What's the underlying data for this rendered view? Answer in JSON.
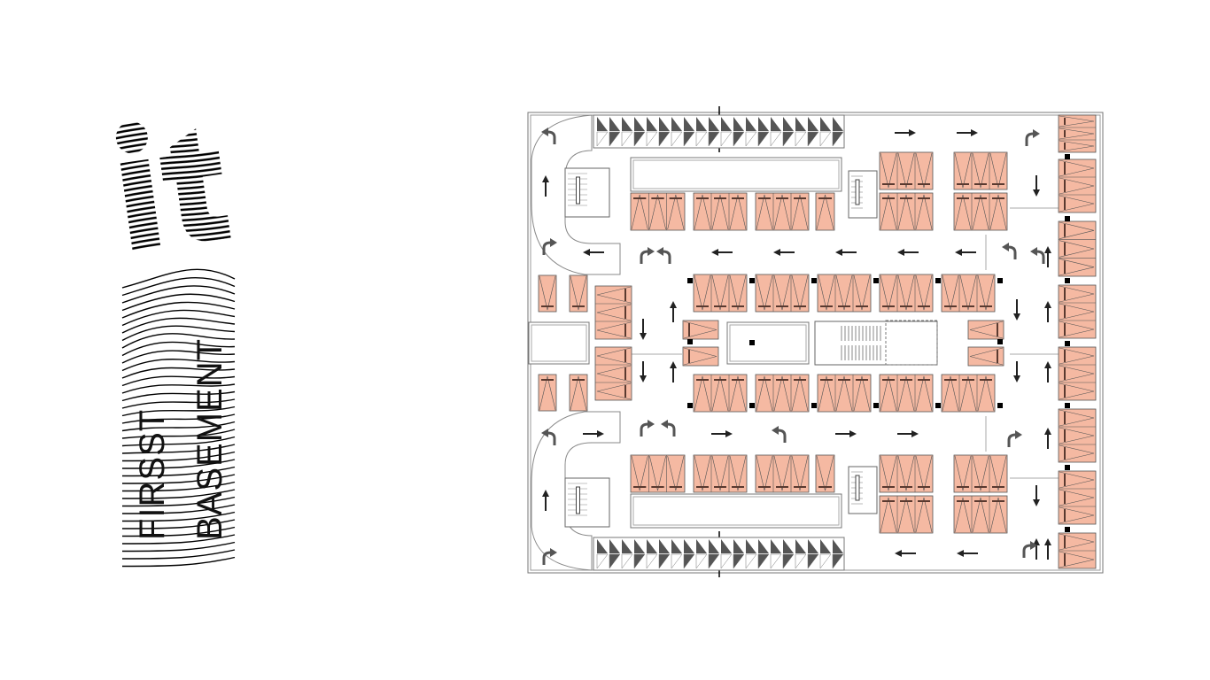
{
  "logo": {
    "text": "it"
  },
  "title": {
    "line1": "FIRSST",
    "line2": "BASEMENT"
  },
  "colors": {
    "parking": "#f5b9a2",
    "stroke": "#555555",
    "ramp": "#555555",
    "arrow": "#222222"
  },
  "plan": {
    "name": "first-basement-parking-plan"
  }
}
